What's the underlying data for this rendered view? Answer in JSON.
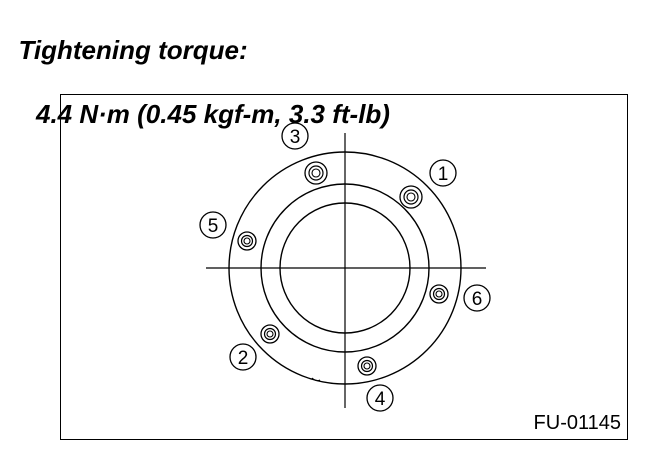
{
  "heading": {
    "label": "Tightening torque:",
    "value": "4.4 N·m (0.45 kgf-m, 3.3 ft-lb)"
  },
  "figure": {
    "code": "FU-01145",
    "bolts": [
      {
        "number": "1"
      },
      {
        "number": "2"
      },
      {
        "number": "3"
      },
      {
        "number": "4"
      },
      {
        "number": "5"
      },
      {
        "number": "6"
      }
    ]
  }
}
